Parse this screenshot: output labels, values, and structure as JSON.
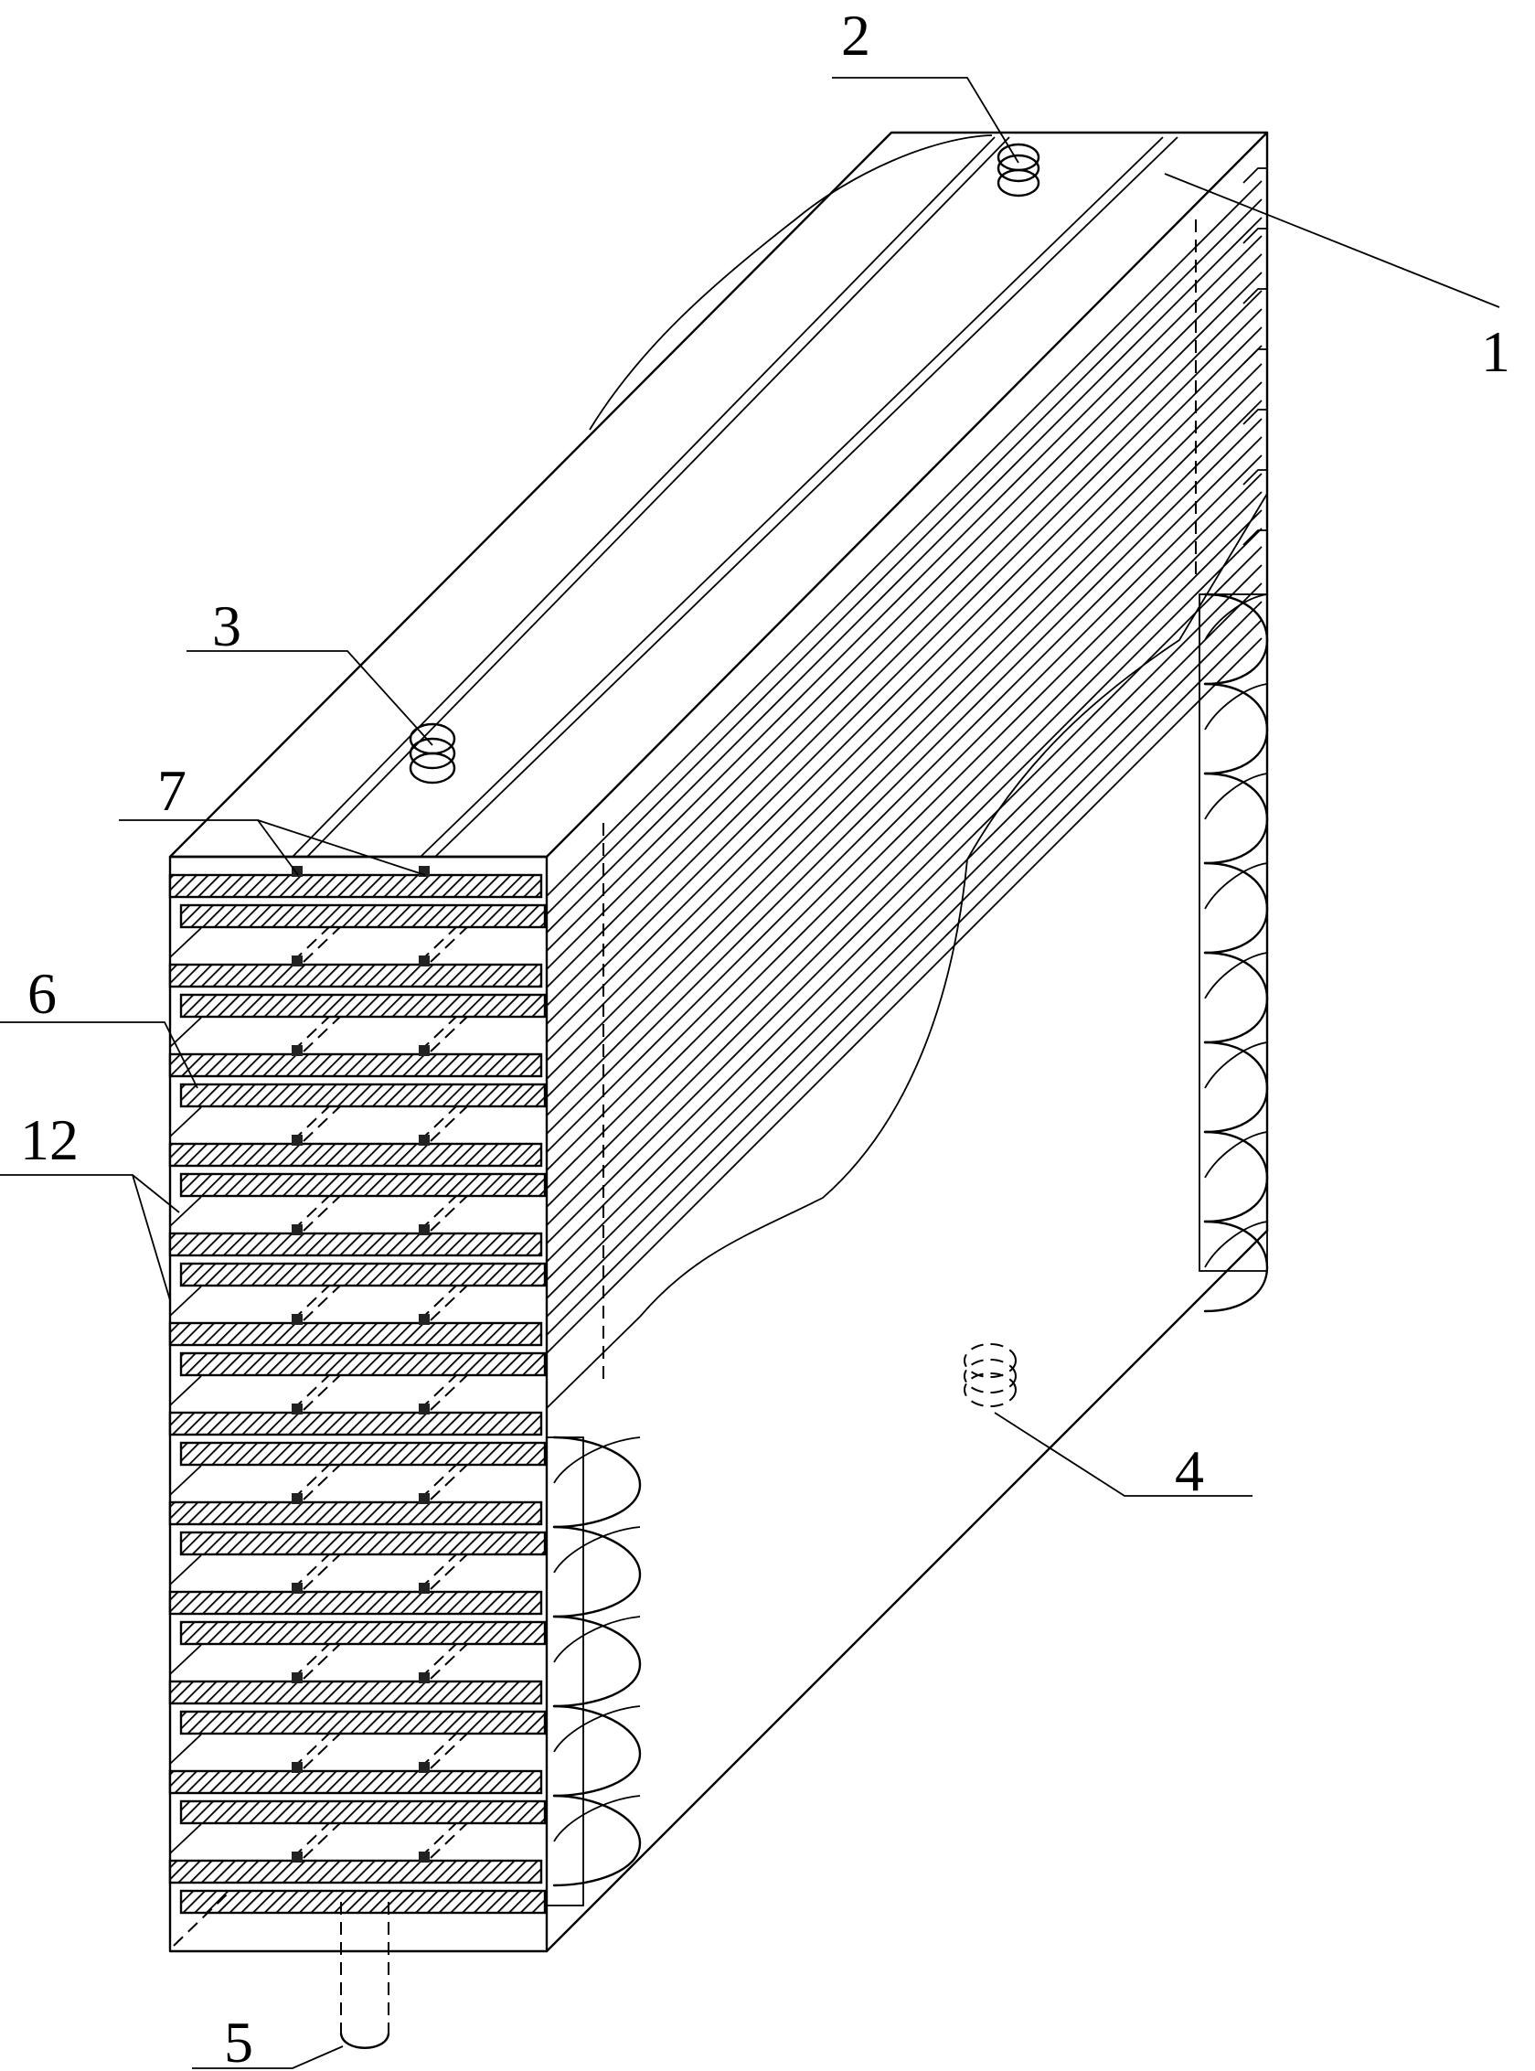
{
  "figure": {
    "labels": [
      {
        "id": "1",
        "text": "1"
      },
      {
        "id": "2",
        "text": "2"
      },
      {
        "id": "3",
        "text": "3"
      },
      {
        "id": "4",
        "text": "4"
      },
      {
        "id": "5",
        "text": "5"
      },
      {
        "id": "6",
        "text": "6"
      },
      {
        "id": "7",
        "text": "7"
      },
      {
        "id": "12",
        "text": "12"
      }
    ]
  },
  "colors": {
    "line": "#000000",
    "background": "#ffffff"
  }
}
